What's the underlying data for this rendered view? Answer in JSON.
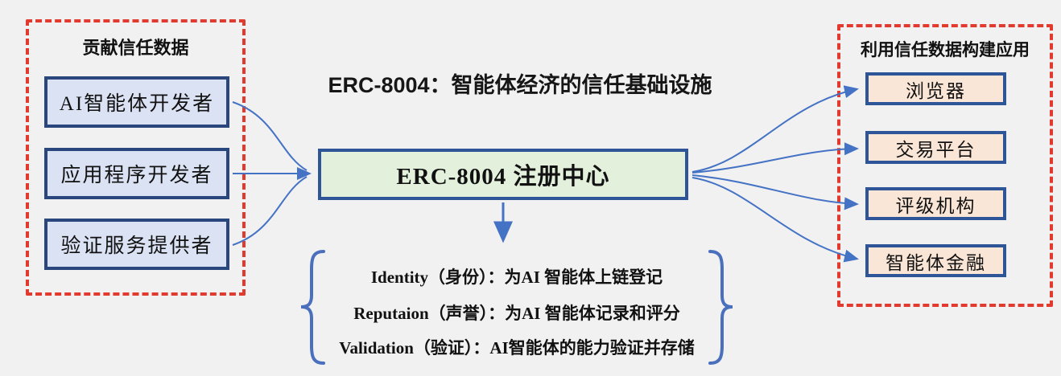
{
  "title": "ERC-8004：智能体经济的信任基础设施",
  "left_panel": {
    "title": "贡献信任数据",
    "boxes": [
      "AI智能体开发者",
      "应用程序开发者",
      "验证服务提供者"
    ]
  },
  "center": {
    "registry_label": "ERC-8004 注册中心",
    "functions": [
      "Identity（身份）：为AI 智能体上链登记",
      "Reputaion（声誉）：为AI 智能体记录和评分",
      "Validation（验证）：AI智能体的能力验证并存储"
    ]
  },
  "right_panel": {
    "title": "利用信任数据构建应用",
    "boxes": [
      "浏览器",
      "交易平台",
      "评级机构",
      "智能体金融"
    ]
  },
  "colors": {
    "background": "#f1f1f2",
    "dashed_border_red": "#e23a2e",
    "left_box_fill": "#dbe2f4",
    "left_box_border": "#29477c",
    "center_box_fill": "#e3f0db",
    "right_box_fill": "#fae6d7",
    "blue_box_border": "#2e5597",
    "arrow_blue": "#4472c4",
    "brace_blue": "#4a6fbd",
    "text": "#111111"
  }
}
